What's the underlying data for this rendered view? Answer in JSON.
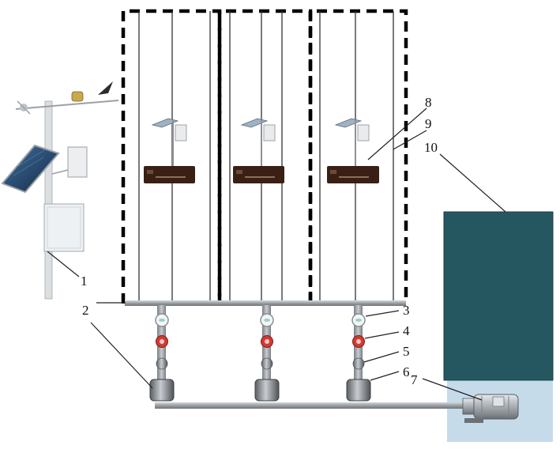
{
  "labels": {
    "l1": "1",
    "l2": "2",
    "l3": "3",
    "l4": "4",
    "l5": "5",
    "l6": "6",
    "l7": "7",
    "l8": "8",
    "l9": "9",
    "l10": "10"
  },
  "colors": {
    "tank": "#255761",
    "pump_box": "#c6dbea",
    "pipe": "#9aa0a5",
    "dashed_border": "#000000",
    "controller": "#3a1f14",
    "valve_red": "#d23a32",
    "solar_panel": "#1e3f66"
  }
}
